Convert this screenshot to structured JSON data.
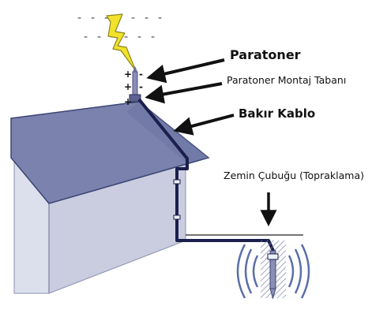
{
  "labels": {
    "paratoner": "Paratoner",
    "montaj_tabani": "Paratoner Montaj Tabanı",
    "bakir_kablo": "Bakır Kablo",
    "zemin_cubugu": "Zemin Çubuğu (Topraklama)"
  },
  "charges": {
    "cloud": "-",
    "rod_positive": "+",
    "rod_negative": "-"
  },
  "colors": {
    "roof": "#7a82ad",
    "roof_edge": "#3c4474",
    "wall_front": "#c9cddf",
    "wall_gable": "#dcdfec",
    "wall_edge": "#8d92b0",
    "cable": "#1a1f4b",
    "lightning": "#f2e22a",
    "ground_wave": "#5b6fa8"
  }
}
